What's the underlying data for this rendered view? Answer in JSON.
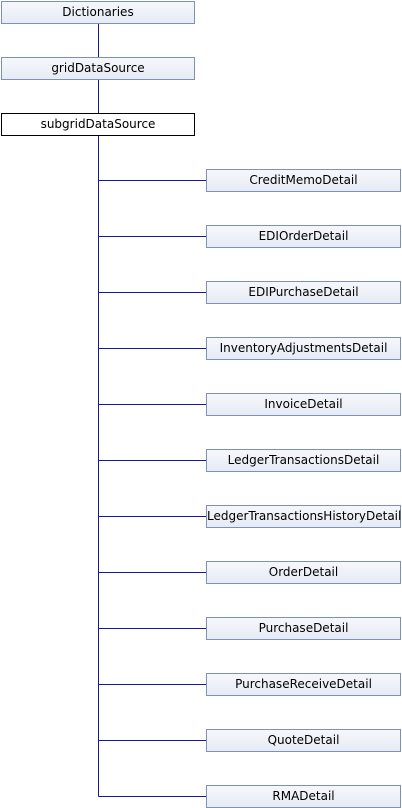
{
  "diagram": {
    "ancestors": [
      "Dictionaries",
      "gridDataSource"
    ],
    "current": "subgridDataSource",
    "children": [
      "CreditMemoDetail",
      "EDIOrderDetail",
      "EDIPurchaseDetail",
      "InventoryAdjustmentsDetail",
      "InvoiceDetail",
      "LedgerTransactionsDetail",
      "LedgerTransactionsHistoryDetail",
      "OrderDetail",
      "PurchaseDetail",
      "PurchaseReceiveDetail",
      "QuoteDetail",
      "RMADetail"
    ]
  },
  "colors": {
    "node_border": "#7f90b4",
    "node_fill_top": "#f5f7fb",
    "node_fill_bottom": "#e6ebf4",
    "current_border": "#000000",
    "edge": "#1a1a8c"
  }
}
